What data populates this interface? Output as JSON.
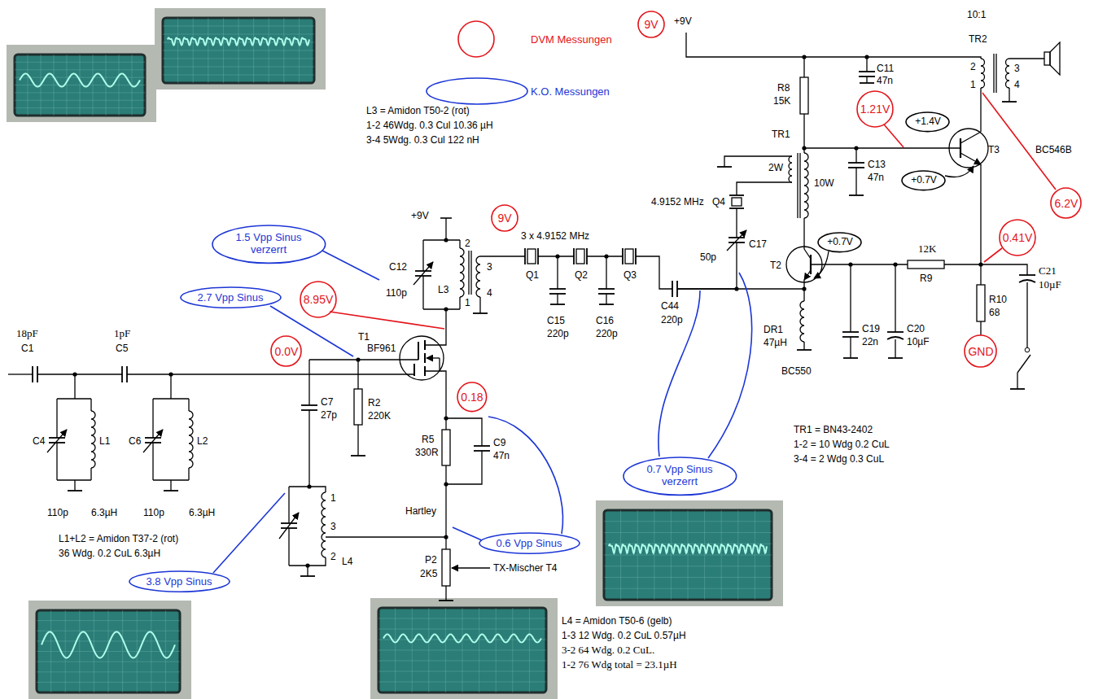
{
  "diagram": {
    "nodes": [
      {
        "text": [
          "9V"
        ]
      },
      {
        "text": [
          "1.21V"
        ]
      },
      {
        "text": [
          "+1.4V"
        ]
      },
      {
        "text": [
          "+0.7V"
        ]
      },
      {
        "text": [
          "6.2V"
        ]
      },
      {
        "text": [
          "9V"
        ]
      },
      {
        "text": [
          "1.5 Vpp Sinus verzerrt"
        ]
      },
      {
        "text": [
          "+0.7V"
        ]
      },
      {
        "text": [
          "0.41V"
        ]
      },
      {
        "text": [
          "2.7 Vpp Sinus"
        ]
      },
      {
        "text": [
          "8.95V"
        ]
      },
      {
        "text": [
          "0.0V"
        ]
      },
      {
        "text": [
          "GND"
        ]
      },
      {
        "text": [
          "0.18"
        ]
      },
      {
        "text": [
          "0.7 Vpp Sinus verzerrt"
        ]
      },
      {
        "text": [
          "0.6 Vpp Sinus"
        ]
      },
      {
        "text": [
          "3.8 Vpp Sinus"
        ]
      }
    ],
    "labels": [
      "+9V",
      "10:1",
      "TR2",
      "2",
      "1",
      "3",
      "4",
      "C11",
      "47n",
      "R8",
      "15K",
      "TR1",
      "2W",
      "10W",
      "C13",
      "47n",
      "T3",
      "BC546B",
      "4.9152 MHz",
      "Q4",
      "50p",
      "C17",
      "T2",
      "BC550",
      "R9",
      "12K",
      "C19",
      "22n",
      "C20",
      "10µF",
      "DR1",
      "47µH",
      "R10",
      "68",
      "C21",
      "10µF",
      "L3 = Amidon T50-2 (rot)",
      "1-2 46Wdg. 0.3 Cul 10.36 µH",
      "3-4 5Wdg. 0.3 Cul 122 nH",
      "+9V",
      "C12",
      "110p",
      "2",
      "L3",
      "3",
      "1",
      "4",
      "3 x 4.9152 MHz",
      "Q1",
      "Q2",
      "Q3",
      "C44",
      "220p",
      "C15",
      "220p",
      "C16",
      "220p",
      "T1",
      "BF961",
      "18pF",
      "C1",
      "1pF",
      "C5",
      "C4",
      "L1",
      "C6",
      "L2",
      "110p",
      "6.3µH",
      "110p",
      "6.3µH",
      "L1+L2 = Amidon T37-2 (rot)",
      "36 Wdg. 0.2 CuL 6.3µH",
      "C7",
      "27p",
      "R2",
      "220K",
      "R5",
      "330R",
      "C9",
      "47n",
      "Hartley",
      "1",
      "3",
      "2",
      "L4",
      "P2",
      "2K5",
      "TX-Mischer T4",
      "L4 = Amidon T50-6 (gelb)",
      "1-3 12 Wdg. 0.2 CuL 0.57µH",
      "3-2 64 Wdg. 0.2 CuL.",
      "1-2 76 Wdg total = 23.1µH",
      "TR1 = BN43-2402",
      "1-2 = 10 Wdg 0.2 CuL",
      "3-4 = 2 Wdg 0.3 CuL"
    ],
    "legend": [
      {
        "text": "DVM Messungen"
      },
      {
        "text": "K.O. Messungen"
      }
    ]
  }
}
